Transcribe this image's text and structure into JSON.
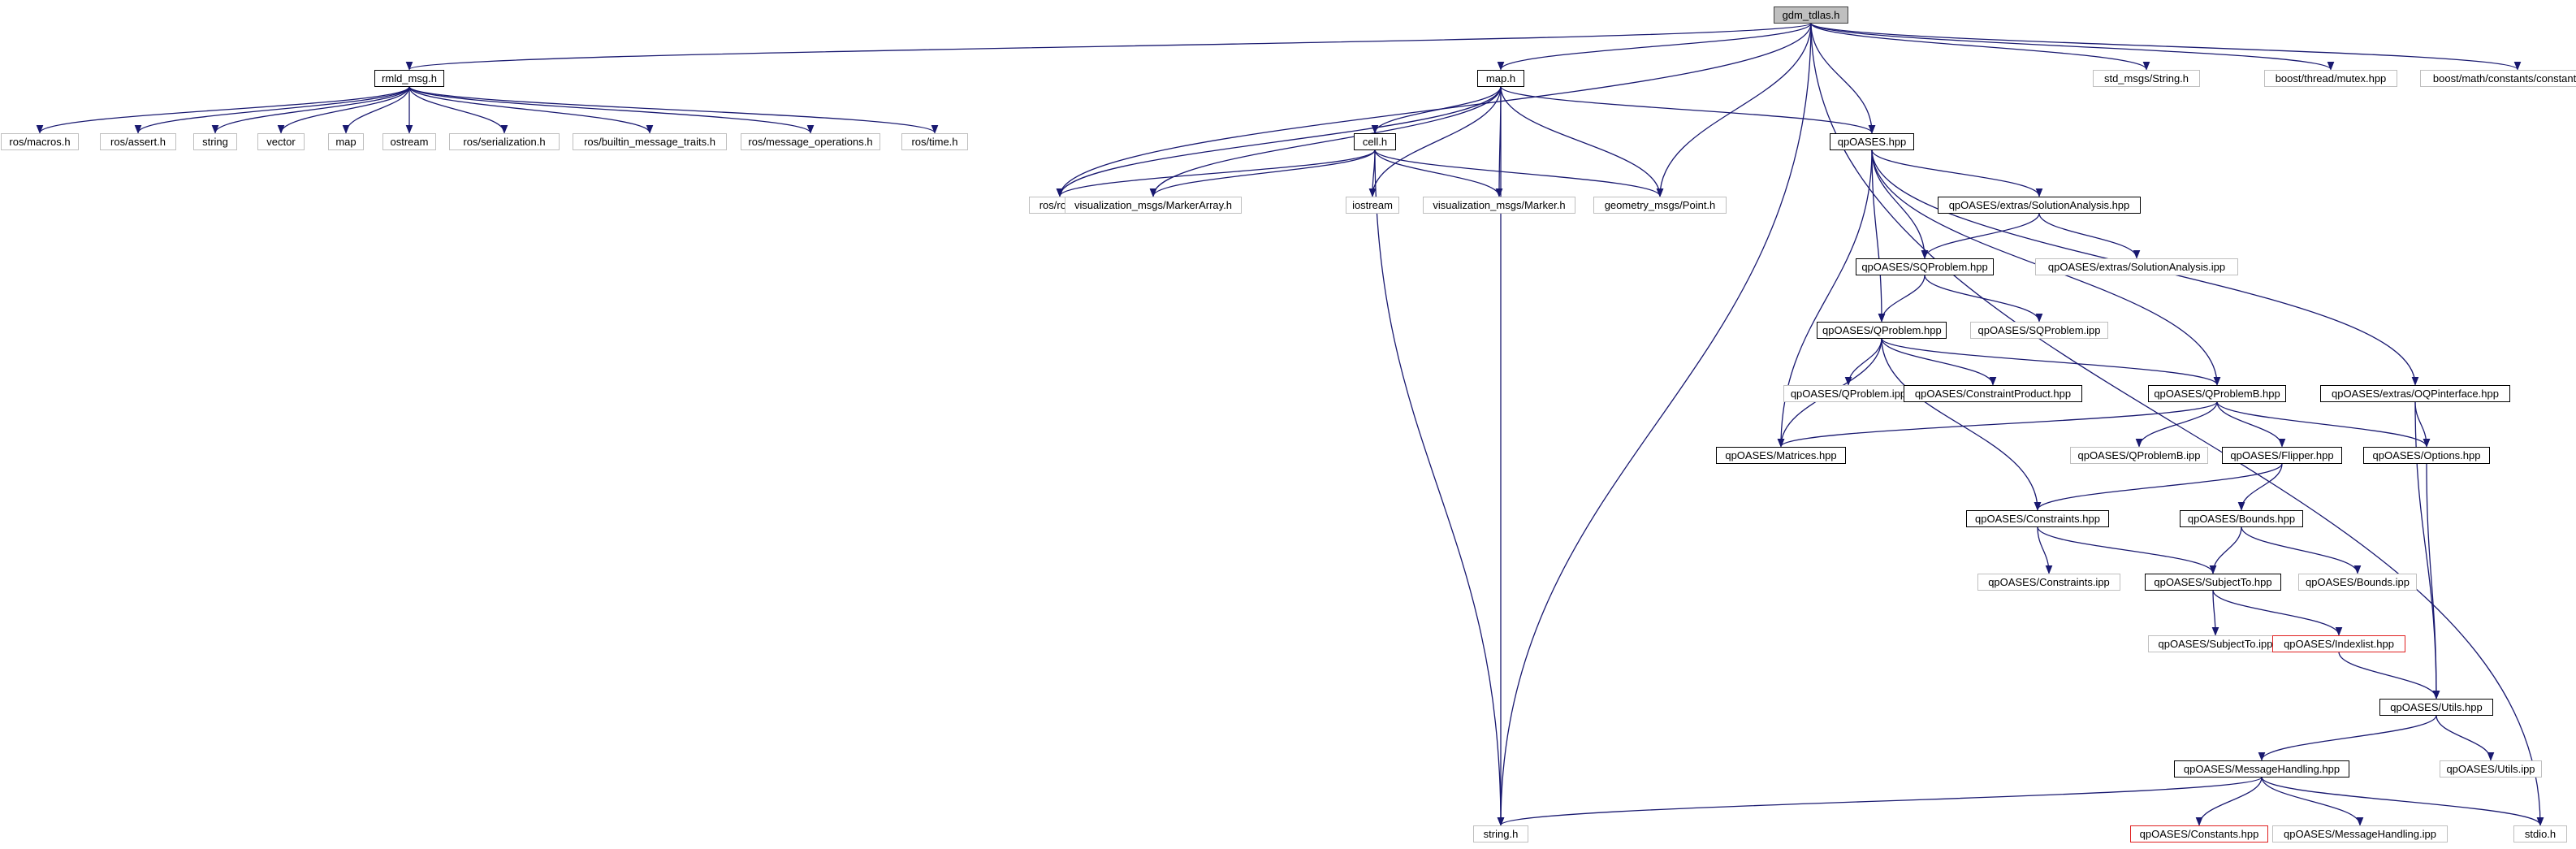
{
  "graph": {
    "edge_color": "#191970",
    "nodes": [
      {
        "id": "gdm_tdlas",
        "label": "gdm_tdlas.h",
        "kind": "root"
      },
      {
        "id": "rmld_msg",
        "label": "rmld_msg.h",
        "kind": "documented"
      },
      {
        "id": "map_h",
        "label": "map.h",
        "kind": "documented"
      },
      {
        "id": "std_string",
        "label": "std_msgs/String.h",
        "kind": "external"
      },
      {
        "id": "boost_mutex",
        "label": "boost/thread/mutex.hpp",
        "kind": "external"
      },
      {
        "id": "boost_constants",
        "label": "boost/math/constants/constants.hpp",
        "kind": "external"
      },
      {
        "id": "ros_macros",
        "label": "ros/macros.h",
        "kind": "external"
      },
      {
        "id": "ros_assert",
        "label": "ros/assert.h",
        "kind": "external"
      },
      {
        "id": "string_std",
        "label": "string",
        "kind": "external"
      },
      {
        "id": "vector",
        "label": "vector",
        "kind": "external"
      },
      {
        "id": "map_std",
        "label": "map",
        "kind": "external"
      },
      {
        "id": "ostream",
        "label": "ostream",
        "kind": "external"
      },
      {
        "id": "ros_serialization",
        "label": "ros/serialization.h",
        "kind": "external"
      },
      {
        "id": "ros_builtin",
        "label": "ros/builtin_message_traits.h",
        "kind": "external"
      },
      {
        "id": "ros_msgops",
        "label": "ros/message_operations.h",
        "kind": "external"
      },
      {
        "id": "ros_time",
        "label": "ros/time.h",
        "kind": "external"
      },
      {
        "id": "cell_h",
        "label": "cell.h",
        "kind": "documented"
      },
      {
        "id": "qpoases",
        "label": "qpOASES.hpp",
        "kind": "documented"
      },
      {
        "id": "ros_ros",
        "label": "ros/ros.h",
        "kind": "external"
      },
      {
        "id": "viz_markerarray",
        "label": "visualization_msgs/MarkerArray.h",
        "kind": "external"
      },
      {
        "id": "iostream",
        "label": "iostream",
        "kind": "external"
      },
      {
        "id": "viz_marker",
        "label": "visualization_msgs/Marker.h",
        "kind": "external"
      },
      {
        "id": "geom_point",
        "label": "geometry_msgs/Point.h",
        "kind": "external"
      },
      {
        "id": "sol_analysis",
        "label": "qpOASES/extras/SolutionAnalysis.hpp",
        "kind": "documented"
      },
      {
        "id": "sol_analysis_ipp",
        "label": "qpOASES/extras/SolutionAnalysis.ipp",
        "kind": "external"
      },
      {
        "id": "sqproblem",
        "label": "qpOASES/SQProblem.hpp",
        "kind": "documented"
      },
      {
        "id": "sqproblem_ipp",
        "label": "qpOASES/SQProblem.ipp",
        "kind": "external"
      },
      {
        "id": "qproblem",
        "label": "qpOASES/QProblem.hpp",
        "kind": "documented"
      },
      {
        "id": "qproblem_ipp",
        "label": "qpOASES/QProblem.ipp",
        "kind": "external"
      },
      {
        "id": "constraint_product",
        "label": "qpOASES/ConstraintProduct.hpp",
        "kind": "documented"
      },
      {
        "id": "qproblemb",
        "label": "qpOASES/QProblemB.hpp",
        "kind": "documented"
      },
      {
        "id": "oqp_interface",
        "label": "qpOASES/extras/OQPinterface.hpp",
        "kind": "documented"
      },
      {
        "id": "matrices",
        "label": "qpOASES/Matrices.hpp",
        "kind": "documented"
      },
      {
        "id": "qproblemb_ipp",
        "label": "qpOASES/QProblemB.ipp",
        "kind": "external"
      },
      {
        "id": "flipper",
        "label": "qpOASES/Flipper.hpp",
        "kind": "documented"
      },
      {
        "id": "options",
        "label": "qpOASES/Options.hpp",
        "kind": "documented"
      },
      {
        "id": "constraints",
        "label": "qpOASES/Constraints.hpp",
        "kind": "documented"
      },
      {
        "id": "bounds",
        "label": "qpOASES/Bounds.hpp",
        "kind": "documented"
      },
      {
        "id": "constraints_ipp",
        "label": "qpOASES/Constraints.ipp",
        "kind": "external"
      },
      {
        "id": "subjectto",
        "label": "qpOASES/SubjectTo.hpp",
        "kind": "documented"
      },
      {
        "id": "bounds_ipp",
        "label": "qpOASES/Bounds.ipp",
        "kind": "external"
      },
      {
        "id": "subjectto_ipp",
        "label": "qpOASES/SubjectTo.ipp",
        "kind": "external"
      },
      {
        "id": "indexlist",
        "label": "qpOASES/Indexlist.hpp",
        "kind": "truncated"
      },
      {
        "id": "utils",
        "label": "qpOASES/Utils.hpp",
        "kind": "documented"
      },
      {
        "id": "msg_handling",
        "label": "qpOASES/MessageHandling.hpp",
        "kind": "documented"
      },
      {
        "id": "utils_ipp",
        "label": "qpOASES/Utils.ipp",
        "kind": "external"
      },
      {
        "id": "string_h",
        "label": "string.h",
        "kind": "external"
      },
      {
        "id": "constants",
        "label": "qpOASES/Constants.hpp",
        "kind": "truncated"
      },
      {
        "id": "msg_handling_ipp",
        "label": "qpOASES/MessageHandling.ipp",
        "kind": "external"
      },
      {
        "id": "stdio_h",
        "label": "stdio.h",
        "kind": "external"
      }
    ],
    "edges": [
      [
        "gdm_tdlas",
        "rmld_msg"
      ],
      [
        "gdm_tdlas",
        "map_h"
      ],
      [
        "gdm_tdlas",
        "std_string"
      ],
      [
        "gdm_tdlas",
        "boost_mutex"
      ],
      [
        "gdm_tdlas",
        "boost_constants"
      ],
      [
        "gdm_tdlas",
        "qpoases"
      ],
      [
        "gdm_tdlas",
        "ros_ros"
      ],
      [
        "gdm_tdlas",
        "geom_point"
      ],
      [
        "gdm_tdlas",
        "string_h"
      ],
      [
        "gdm_tdlas",
        "stdio_h"
      ],
      [
        "rmld_msg",
        "ros_macros"
      ],
      [
        "rmld_msg",
        "ros_assert"
      ],
      [
        "rmld_msg",
        "string_std"
      ],
      [
        "rmld_msg",
        "vector"
      ],
      [
        "rmld_msg",
        "map_std"
      ],
      [
        "rmld_msg",
        "ostream"
      ],
      [
        "rmld_msg",
        "ros_serialization"
      ],
      [
        "rmld_msg",
        "ros_builtin"
      ],
      [
        "rmld_msg",
        "ros_msgops"
      ],
      [
        "rmld_msg",
        "ros_time"
      ],
      [
        "map_h",
        "cell_h"
      ],
      [
        "map_h",
        "ros_ros"
      ],
      [
        "map_h",
        "viz_markerarray"
      ],
      [
        "map_h",
        "iostream"
      ],
      [
        "map_h",
        "viz_marker"
      ],
      [
        "map_h",
        "geom_point"
      ],
      [
        "map_h",
        "string_h"
      ],
      [
        "map_h",
        "qpoases"
      ],
      [
        "cell_h",
        "ros_ros"
      ],
      [
        "cell_h",
        "viz_markerarray"
      ],
      [
        "cell_h",
        "iostream"
      ],
      [
        "cell_h",
        "viz_marker"
      ],
      [
        "cell_h",
        "geom_point"
      ],
      [
        "cell_h",
        "string_h"
      ],
      [
        "qpoases",
        "sol_analysis"
      ],
      [
        "qpoases",
        "sqproblem"
      ],
      [
        "qpoases",
        "qproblem"
      ],
      [
        "qpoases",
        "matrices"
      ],
      [
        "qpoases",
        "qproblemb"
      ],
      [
        "qpoases",
        "oqp_interface"
      ],
      [
        "sol_analysis",
        "sqproblem"
      ],
      [
        "sol_analysis",
        "sol_analysis_ipp"
      ],
      [
        "sqproblem",
        "qproblem"
      ],
      [
        "sqproblem",
        "sqproblem_ipp"
      ],
      [
        "qproblem",
        "qproblem_ipp"
      ],
      [
        "qproblem",
        "constraint_product"
      ],
      [
        "qproblem",
        "qproblemb"
      ],
      [
        "qproblem",
        "matrices"
      ],
      [
        "qproblem",
        "constraints"
      ],
      [
        "qproblemb",
        "matrices"
      ],
      [
        "qproblemb",
        "qproblemb_ipp"
      ],
      [
        "qproblemb",
        "flipper"
      ],
      [
        "qproblemb",
        "options"
      ],
      [
        "oqp_interface",
        "options"
      ],
      [
        "oqp_interface",
        "utils"
      ],
      [
        "flipper",
        "constraints"
      ],
      [
        "flipper",
        "bounds"
      ],
      [
        "constraints",
        "constraints_ipp"
      ],
      [
        "constraints",
        "subjectto"
      ],
      [
        "bounds",
        "subjectto"
      ],
      [
        "bounds",
        "bounds_ipp"
      ],
      [
        "subjectto",
        "subjectto_ipp"
      ],
      [
        "subjectto",
        "indexlist"
      ],
      [
        "indexlist",
        "utils"
      ],
      [
        "options",
        "utils"
      ],
      [
        "utils",
        "msg_handling"
      ],
      [
        "utils",
        "utils_ipp"
      ],
      [
        "msg_handling",
        "string_h"
      ],
      [
        "msg_handling",
        "constants"
      ],
      [
        "msg_handling",
        "msg_handling_ipp"
      ],
      [
        "msg_handling",
        "stdio_h"
      ]
    ]
  }
}
